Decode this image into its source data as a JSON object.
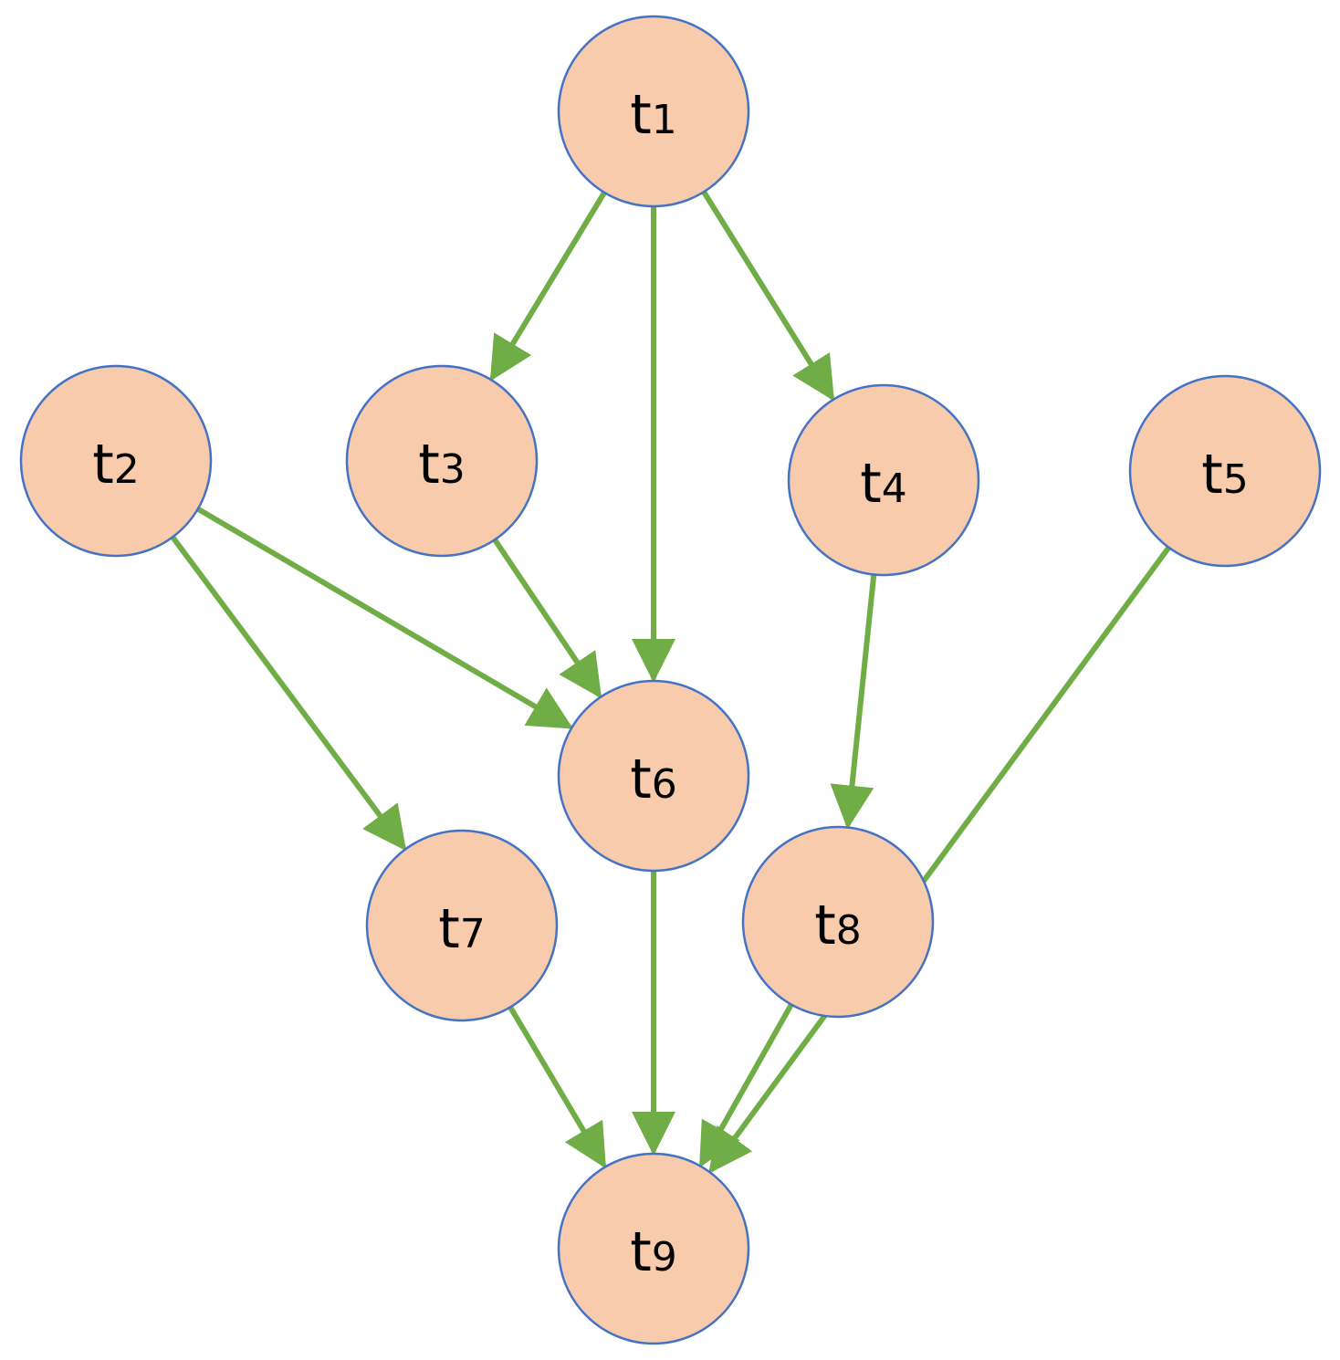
{
  "colors": {
    "node_fill": "#F7CBAC",
    "node_stroke": "#4472C4",
    "edge": "#70AD47",
    "background": "#FFFFFF"
  },
  "nodes": [
    {
      "id": "t1",
      "letter": "t",
      "index": "1"
    },
    {
      "id": "t2",
      "letter": "t",
      "index": "2"
    },
    {
      "id": "t3",
      "letter": "t",
      "index": "3"
    },
    {
      "id": "t4",
      "letter": "t",
      "index": "4"
    },
    {
      "id": "t5",
      "letter": "t",
      "index": "5"
    },
    {
      "id": "t6",
      "letter": "t",
      "index": "6"
    },
    {
      "id": "t7",
      "letter": "t",
      "index": "7"
    },
    {
      "id": "t8",
      "letter": "t",
      "index": "8"
    },
    {
      "id": "t9",
      "letter": "t",
      "index": "9"
    }
  ],
  "edges": [
    {
      "from": "t1",
      "to": "t3"
    },
    {
      "from": "t1",
      "to": "t6"
    },
    {
      "from": "t1",
      "to": "t4"
    },
    {
      "from": "t2",
      "to": "t6"
    },
    {
      "from": "t2",
      "to": "t7"
    },
    {
      "from": "t3",
      "to": "t6"
    },
    {
      "from": "t4",
      "to": "t8"
    },
    {
      "from": "t5",
      "to": "t9"
    },
    {
      "from": "t6",
      "to": "t9"
    },
    {
      "from": "t7",
      "to": "t9"
    },
    {
      "from": "t8",
      "to": "t9"
    }
  ]
}
